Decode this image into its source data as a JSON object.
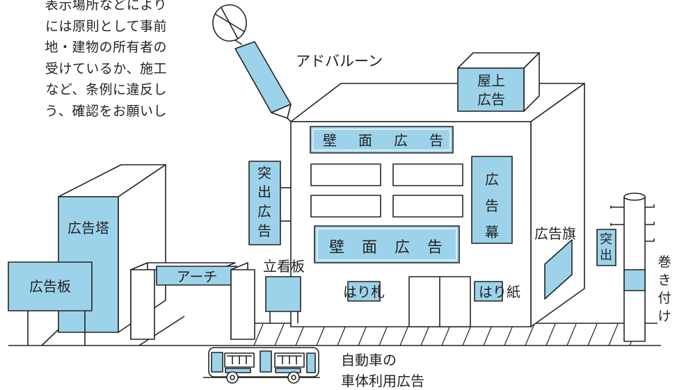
{
  "intro_lines": [
    "表示場所などにより",
    "には原則として事前",
    "地・建物の所有者の",
    "受けているか、施工",
    "など、条例に違反し",
    "う、確認をお願いし"
  ],
  "labels": {
    "ad_balloon": "アドバルーン",
    "rooftop": [
      "屋上",
      "広告"
    ],
    "wall_top": [
      "壁",
      "面",
      "広",
      "告"
    ],
    "wall_bottom": [
      "壁",
      "面",
      "広",
      "告"
    ],
    "protrude_left": [
      "突",
      "出",
      "広",
      "告"
    ],
    "curtain": [
      "広",
      "告",
      "幕"
    ],
    "flag": "広告旗",
    "protrude_right": [
      "突",
      "出"
    ],
    "wrap": [
      "巻",
      "き",
      "付",
      "け"
    ],
    "tower": "広告塔",
    "billboard": "広告板",
    "arch": "アーチ",
    "standing": "立看板",
    "poster_card": "はり札",
    "poster_paper": "はり紙",
    "vehicle": [
      "自動車の",
      "車体利用広告"
    ]
  },
  "colors": {
    "ad_fill": "#9dd3ea",
    "line": "#222222",
    "background": "#ffffff"
  }
}
